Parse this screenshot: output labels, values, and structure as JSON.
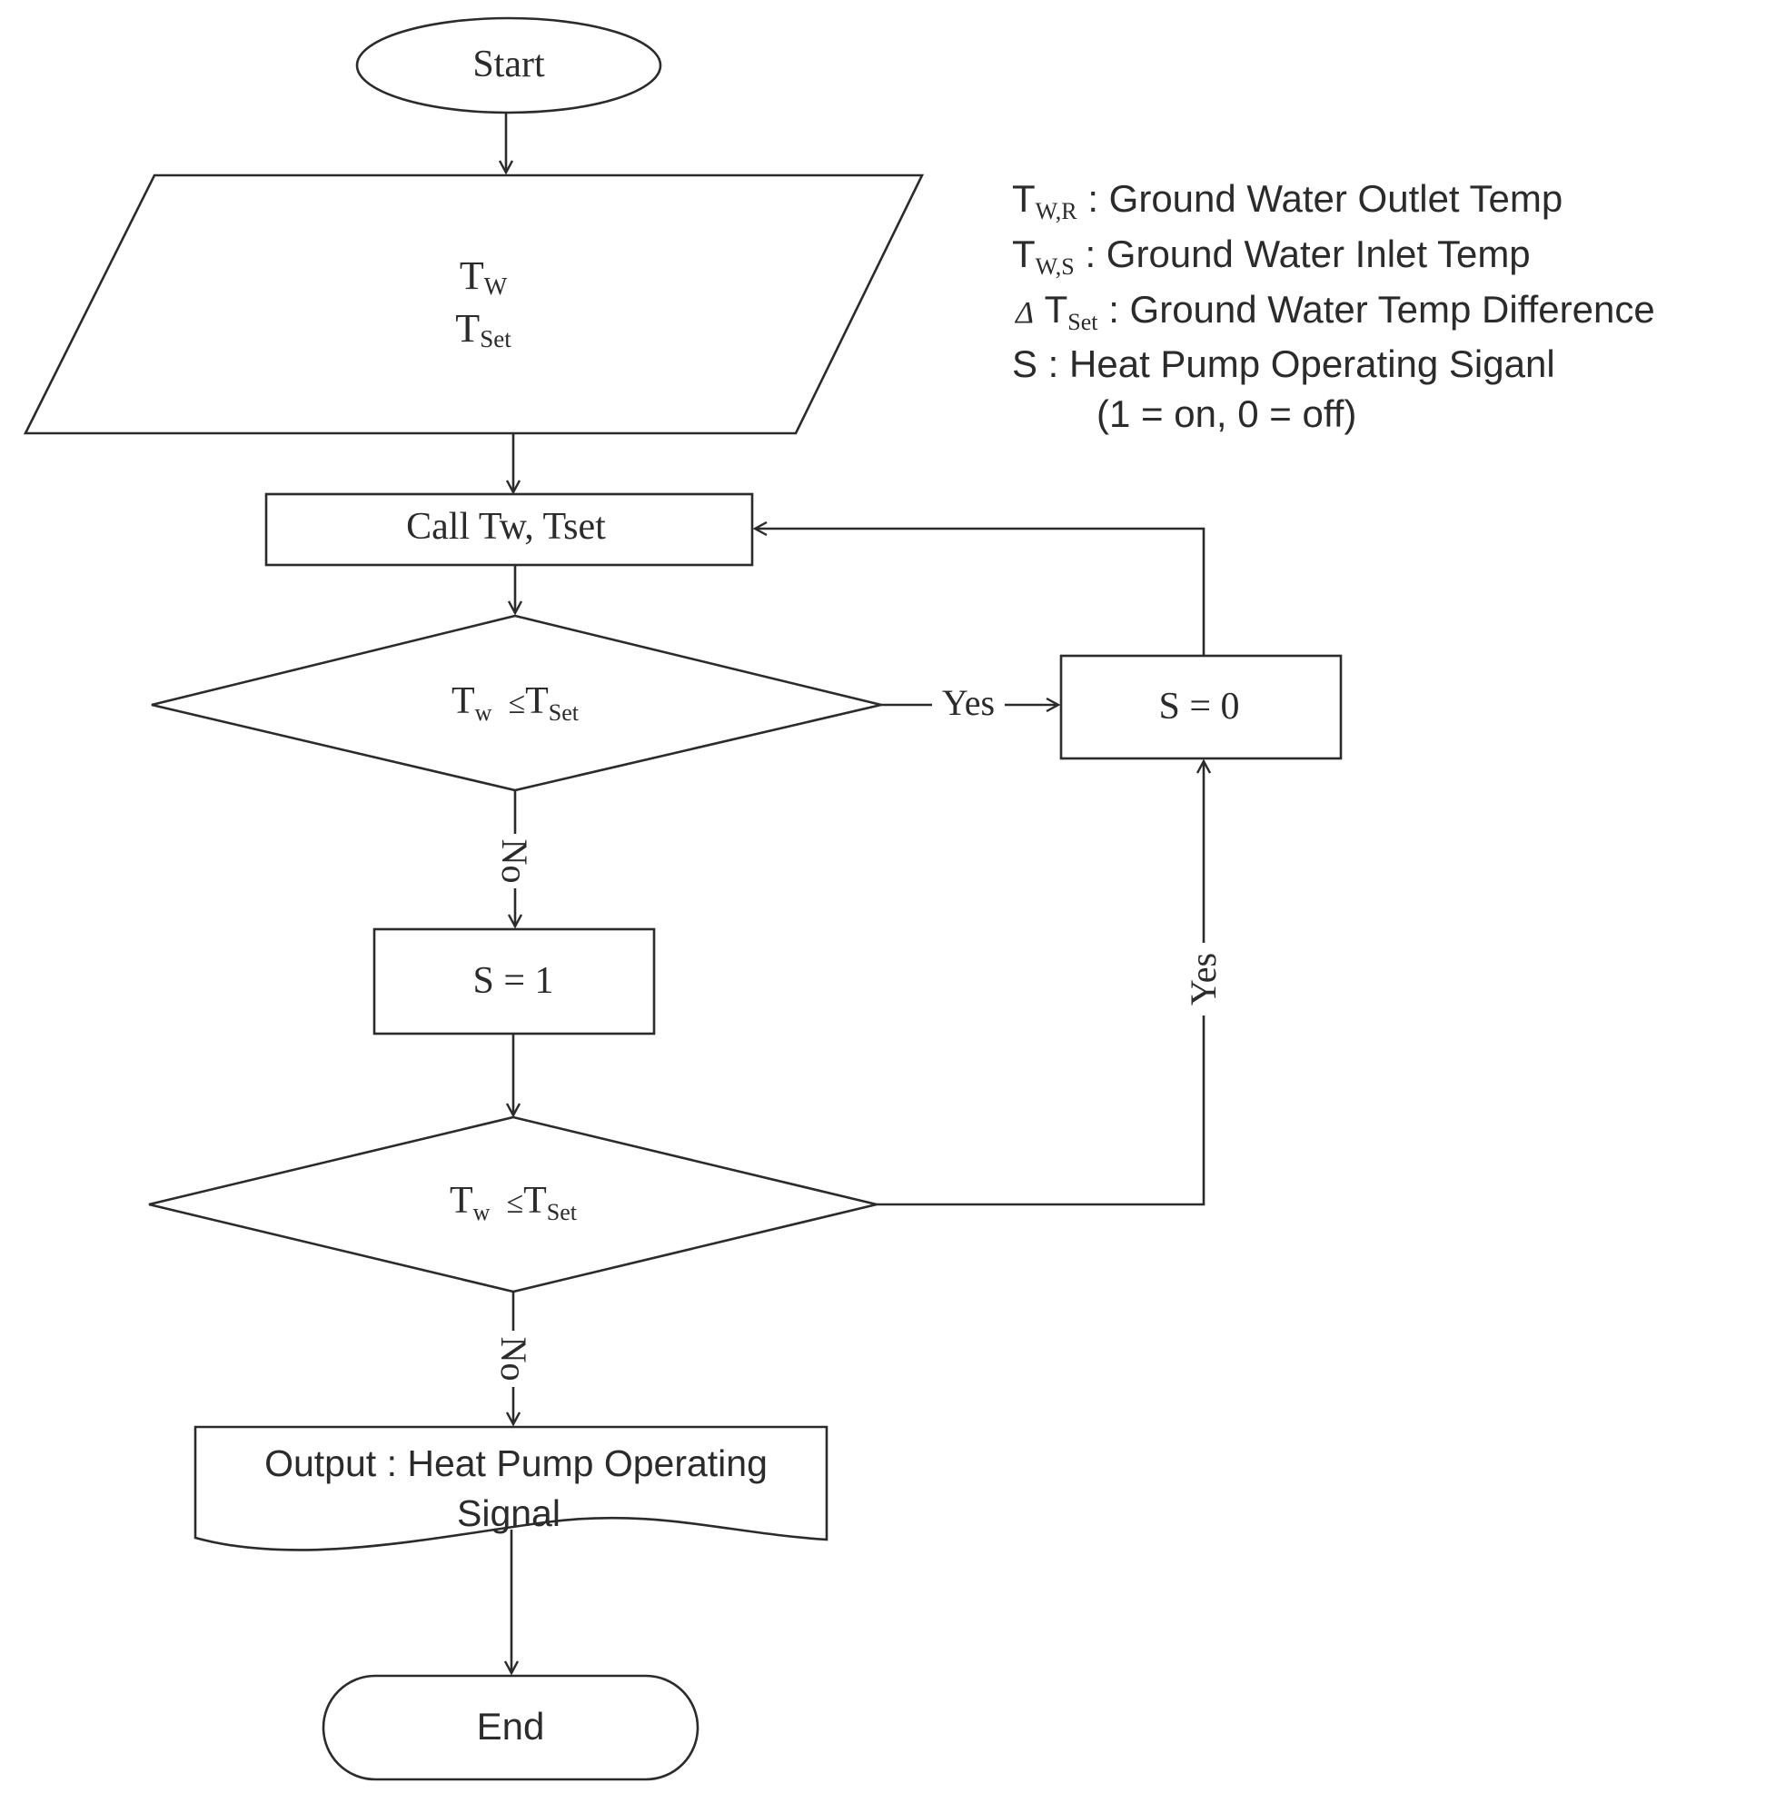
{
  "start": {
    "label": "Start"
  },
  "input": {
    "line1_main": "T",
    "line1_sub": "W",
    "line2_main": "T",
    "line2_sub": "Set"
  },
  "call": {
    "label": "Call  Tw,  Tset"
  },
  "decision1": {
    "t": "T",
    "t_sub": "w",
    "op": "≤",
    "t2": "T",
    "t2_sub": "Set"
  },
  "decision2": {
    "t": "T",
    "t_sub": "w",
    "op": "≤",
    "t2": "T",
    "t2_sub": "Set"
  },
  "s1": {
    "label": "S  =  1"
  },
  "s0": {
    "label": "S  =  0"
  },
  "labels": {
    "yes_right": "Yes",
    "no_1": "No",
    "yes_vertical": "Yes",
    "no_2": "No"
  },
  "output": {
    "line1": "Output : Heat Pump Operating",
    "line2": "Signal"
  },
  "end": {
    "label": "End"
  },
  "legend": {
    "tr_main": "T",
    "tr_sub": "W,R",
    "tr_text": " : Ground Water Outlet Temp",
    "ts_main": "T",
    "ts_sub": "W,S",
    "ts_text": " : Ground Water Inlet Temp",
    "dt_delta": "Δ",
    "dt_main": " T",
    "dt_sub": "Set",
    "dt_text": " : Ground Water Temp Difference",
    "s_text": "S : Heat Pump Operating Siganl",
    "s_note": "(1 = on, 0 = off)"
  }
}
